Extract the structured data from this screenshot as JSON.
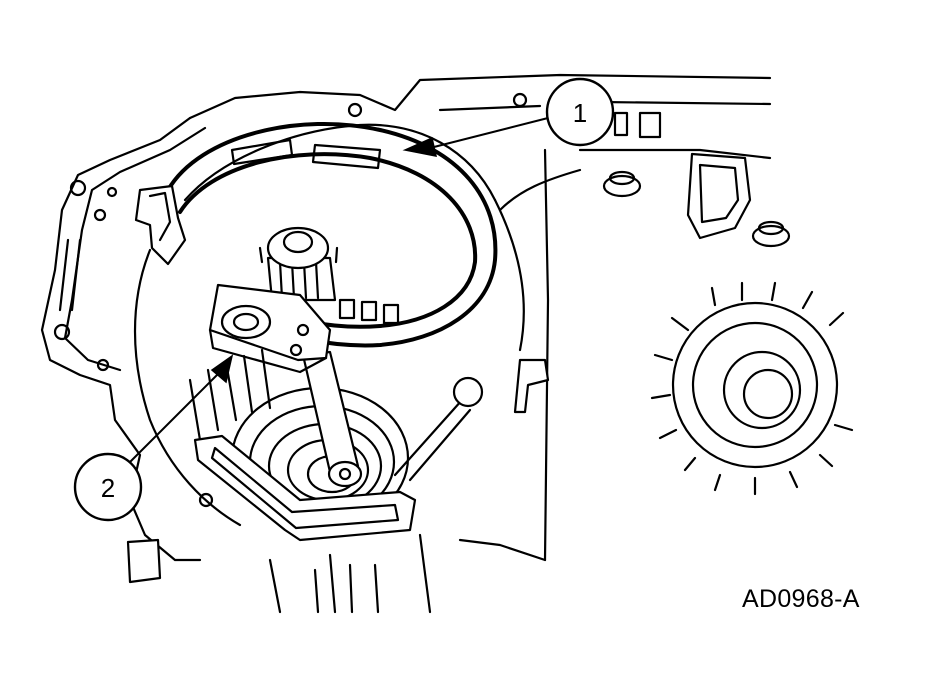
{
  "diagram": {
    "figure_id": "AD0968-A",
    "callouts": [
      {
        "number": "1",
        "target": "band"
      },
      {
        "number": "2",
        "target": "band-anchor-end"
      }
    ]
  },
  "colors": {
    "line": "#000000",
    "background": "#ffffff"
  }
}
